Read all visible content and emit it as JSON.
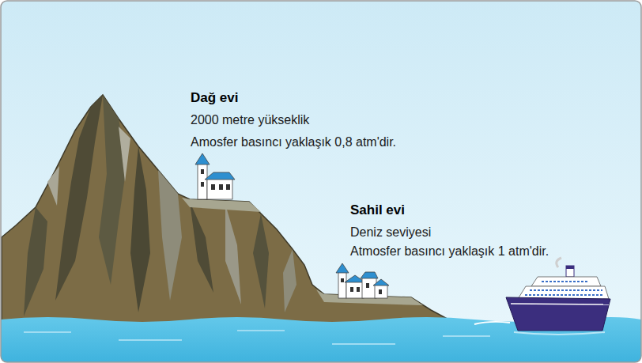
{
  "diagram": {
    "labels": [
      "Dağ evi",
      "2000 metre yükseklik",
      "Amosfer basıncı yaklaşık 0,8 atm'dir.",
      "Sahil evi",
      "Deniz seviyesi",
      "Atmosfer basıncı yaklaşık 1 atm'dir."
    ]
  }
}
